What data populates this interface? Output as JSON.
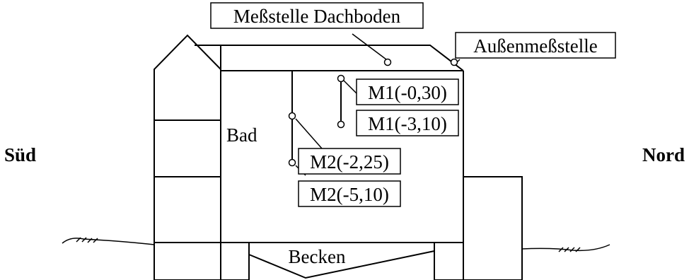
{
  "labels": {
    "roof_sensor": "Meßstelle Dachboden",
    "outside_sensor": "Außenmeßstelle",
    "m1_upper": "M1(-0,30)",
    "m1_lower": "M1(-3,10)",
    "m2_upper": "M2(-2,25)",
    "m2_lower": "M2(-5,10)",
    "bath": "Bad",
    "basin": "Becken",
    "south": "Süd",
    "north": "Nord"
  },
  "colors": {
    "line": "#000000",
    "background": "#ffffff"
  }
}
